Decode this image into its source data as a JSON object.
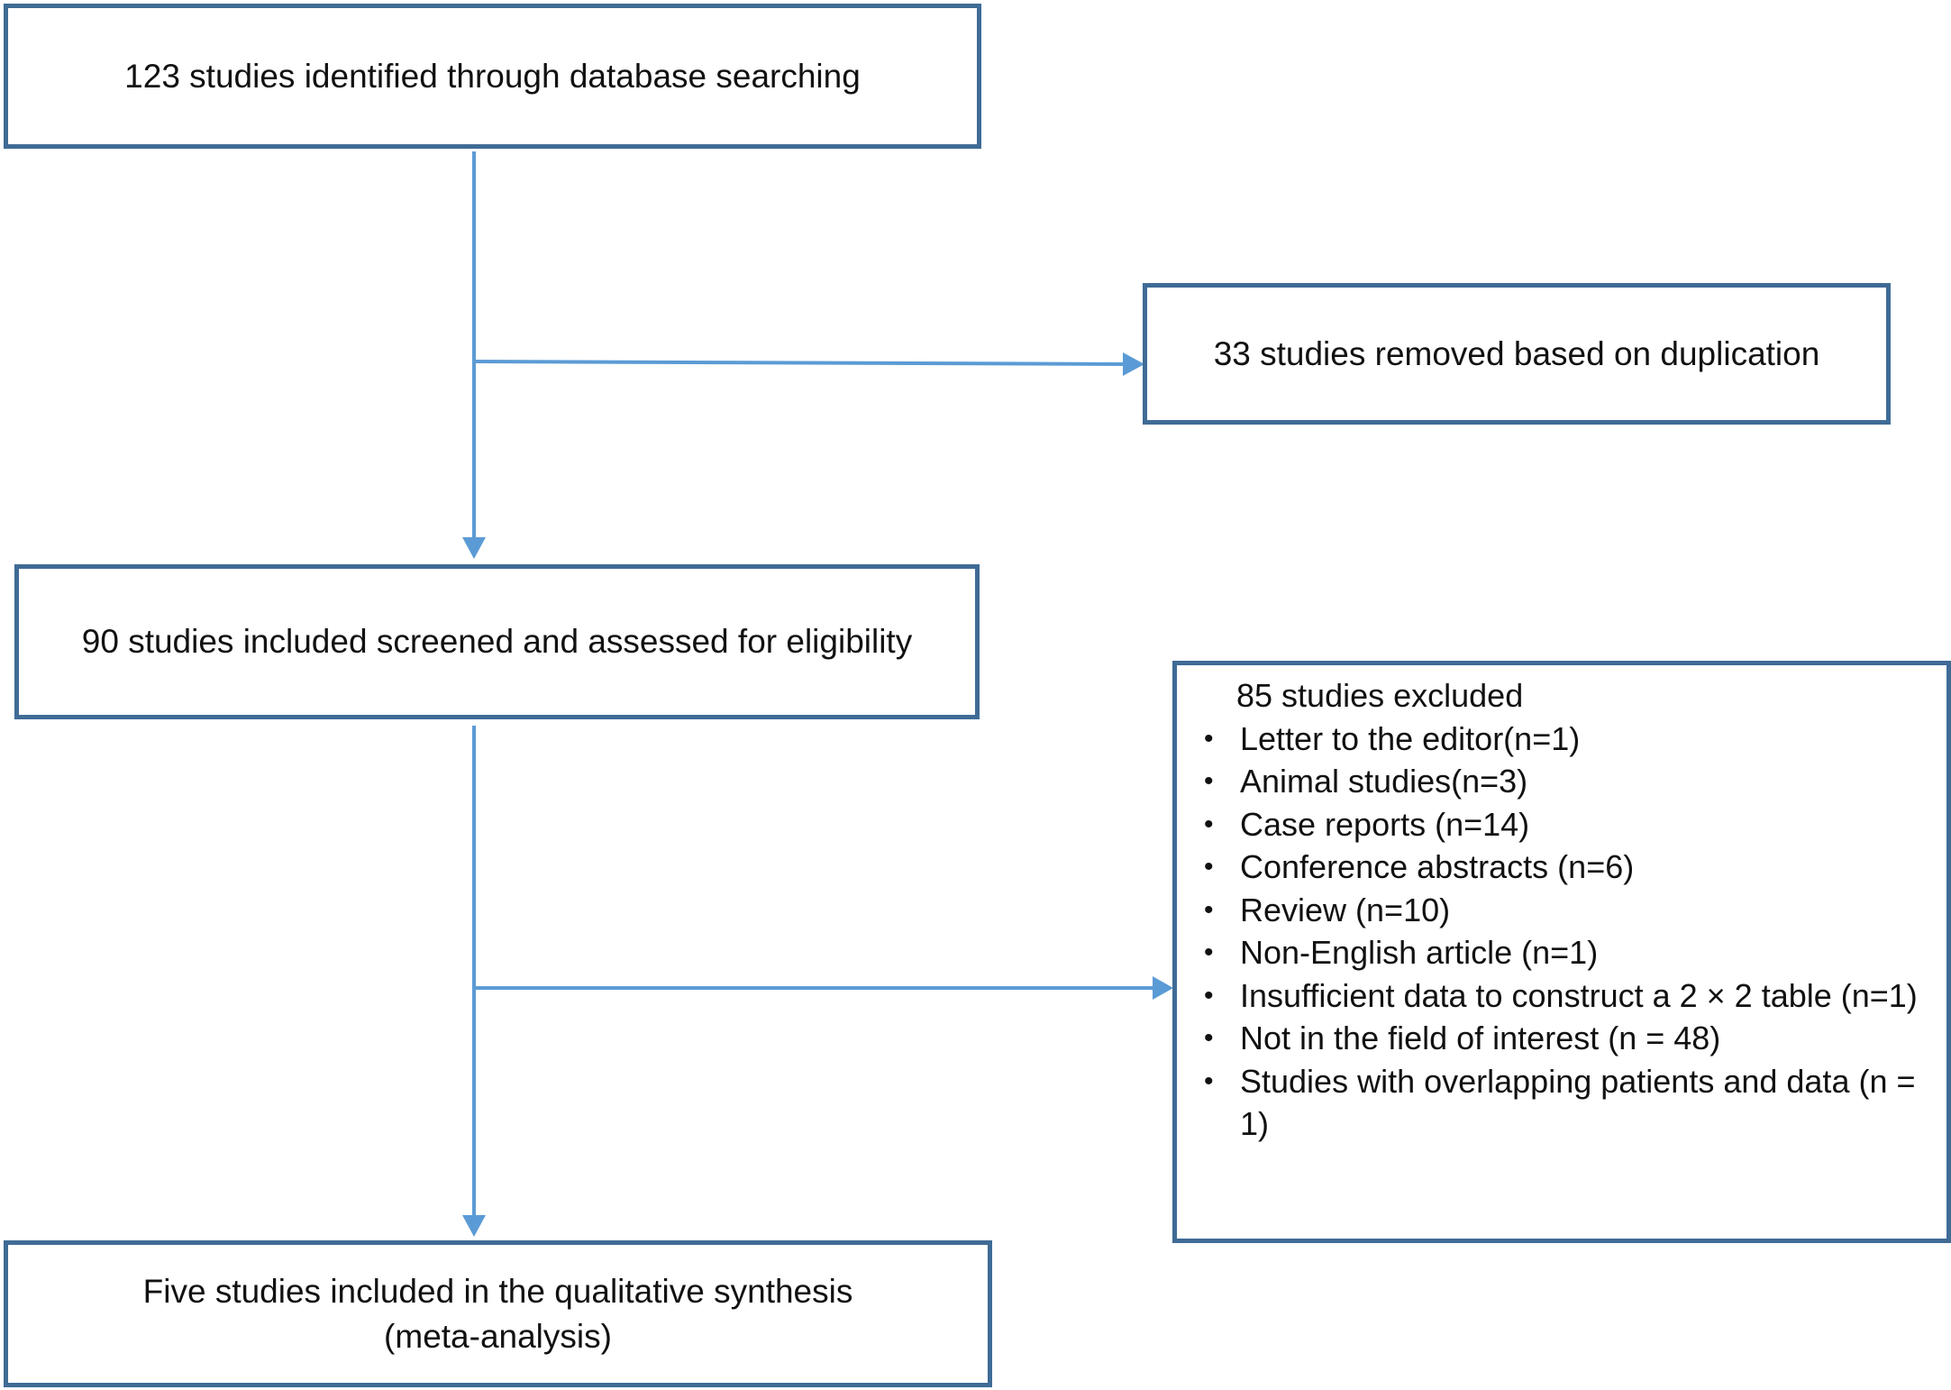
{
  "flow": {
    "identified": "123 studies identified through database searching",
    "duplicates_removed": "33 studies removed based on duplication",
    "screened": "90 studies included screened and assessed for eligibility",
    "excluded": {
      "title": "85 studies excluded",
      "reasons": [
        {
          "text": "Letter to the editor(n=1)"
        },
        {
          "text": "Animal studies(n=3)"
        },
        {
          "text": "Case reports (n=14)"
        },
        {
          "text": "Conference abstracts (n=6)"
        },
        {
          "text": "Review (n=10)"
        },
        {
          "text": "Non-English article (n=1)"
        },
        {
          "text": "Insufficient data to construct a 2 × 2 table (n=1)"
        },
        {
          "text": "Not in the field of interest (n = 48)"
        },
        {
          "text": "Studies with overlapping patients and data (n = 1)"
        }
      ]
    },
    "included": {
      "line1": "Five studies included in the qualitative synthesis",
      "line2": "(meta-analysis)"
    }
  },
  "colors": {
    "box_border": "#3f6b96",
    "arrow": "#5b9bd5"
  }
}
